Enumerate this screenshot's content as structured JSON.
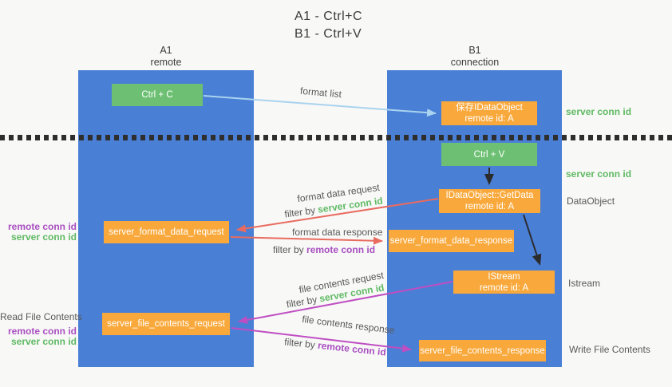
{
  "title": {
    "line1": "A1 - Ctrl+C",
    "line2": "B1 - Ctrl+V"
  },
  "lanes": {
    "a": {
      "name": "A1",
      "role": "remote"
    },
    "b": {
      "name": "B1",
      "role": "connection"
    }
  },
  "boxes": {
    "ctrl_c": {
      "label": "Ctrl + C"
    },
    "save_idataobject": {
      "line1": "保存IDataObject",
      "line2": "remote id: A"
    },
    "ctrl_v": {
      "label": "Ctrl + V"
    },
    "getdata": {
      "line1": "IDataObject::GetData",
      "line2": "remote id: A"
    },
    "format_request": {
      "label": "server_format_data_request"
    },
    "format_response": {
      "label": "server_format_data_response"
    },
    "istream": {
      "line1": "IStream",
      "line2": "remote id: A"
    },
    "file_request": {
      "label": "server_file_contents_request"
    },
    "file_response": {
      "label": "server_file_contents_response"
    }
  },
  "annotations": {
    "format_list": "format list",
    "format_data_request": "format data request",
    "format_data_response": "format data response",
    "file_contents_request": "file contents request",
    "file_contents_response": "file contents response",
    "filter_by": "filter by",
    "server_conn_id": "server conn id",
    "remote_conn_id": "remote conn id",
    "read_file_contents": "Read File Contents",
    "write_file_contents": "Write File Contents",
    "dataobject_label": "DataObject",
    "istream_label": "Istream"
  },
  "colors": {
    "lane_blue": "#4a7fd6",
    "box_green": "#6dc073",
    "box_orange": "#f9a93c",
    "arrow_blue": "#a9d3ee",
    "arrow_red": "#e96b5f",
    "arrow_magenta": "#bf4ec2",
    "arrow_black": "#2b2b2b",
    "text_green": "#5fba63",
    "text_purple": "#a94fc0",
    "text_gray": "#595959"
  }
}
